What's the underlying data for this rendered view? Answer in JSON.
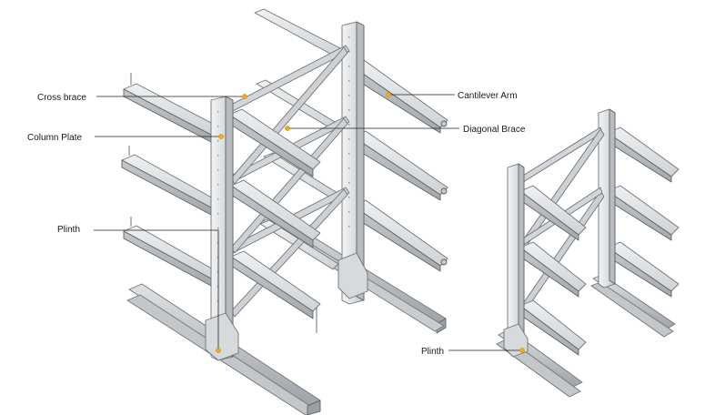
{
  "labels": {
    "cross_brace": "Cross brace",
    "column_plate": "Column Plate",
    "plinth_left": "Plinth",
    "cantilever_arm": "Cantilever Arm",
    "diagonal_brace": "Diagonal Brace",
    "plinth_right": "Plinth"
  },
  "colors": {
    "steel_light": "#e6e8ea",
    "steel_mid": "#cfd2d5",
    "steel_dark": "#aeb2b6",
    "callout_dot": "#f2a91e"
  },
  "icons": {
    "double_sided_rack": "double-sided-cantilever-rack",
    "single_sided_rack": "single-sided-cantilever-rack"
  }
}
